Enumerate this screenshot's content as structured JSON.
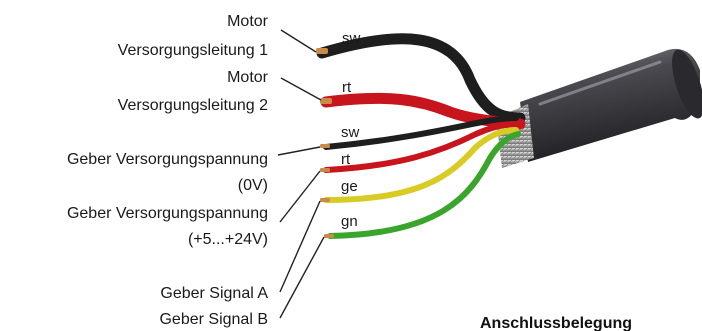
{
  "labels": {
    "motor1_line1": "Motor",
    "motor1_line2": "Versorgungsleitung 1",
    "motor2_line1": "Motor",
    "motor2_line2": "Versorgungsleitung 2",
    "geber0v_line1": "Geber Versorgungspannung",
    "geber0v_line2": "(0V)",
    "geber24_line1": "Geber Versorgungspannung",
    "geber24_line2": "(+5...+24V)",
    "signal_a": "Geber Signal A",
    "signal_b": "Geber Signal B"
  },
  "wire_codes": {
    "sw1": "sw",
    "rt1": "rt",
    "sw2": "sw",
    "rt2": "rt",
    "ge": "ge",
    "gn": "gn"
  },
  "caption": "Anschlussbelegung",
  "colors": {
    "black_wire": "#1e1e1e",
    "red_wire": "#c8141c",
    "yellow_wire": "#d8cc24",
    "green_wire": "#3aa52c",
    "copper": "#c98a4a",
    "jacket": "#3a3a3e"
  }
}
